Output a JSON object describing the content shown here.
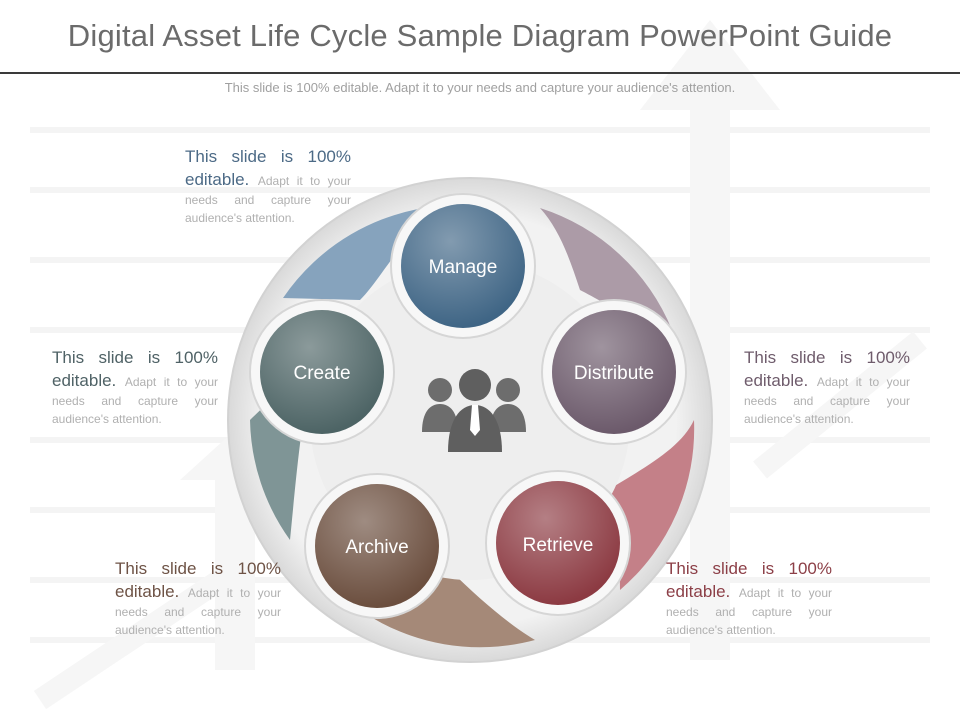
{
  "title": "Digital Asset Life Cycle Sample Diagram PowerPoint Guide",
  "subtitle": "This slide is 100% editable. Adapt it to your needs and capture your audience's attention.",
  "stages": [
    {
      "label": "Manage",
      "color": "#3f6585"
    },
    {
      "label": "Distribute",
      "color": "#6c5a6b"
    },
    {
      "label": "Retrieve",
      "color": "#8c3a42"
    },
    {
      "label": "Archive",
      "color": "#6b4e3e"
    },
    {
      "label": "Create",
      "color": "#4d6465"
    }
  ],
  "center_icon": "team-people-icon",
  "notes": [
    {
      "lead": "This slide is 100% editable.",
      "body": "Adapt it to your needs and capture your audience's attention."
    },
    {
      "lead": "This slide is 100% editable.",
      "body": "Adapt it to your needs and capture your audience's attention."
    },
    {
      "lead": "This slide is 100% editable.",
      "body": "Adapt it to your needs and capture your audience's attention."
    },
    {
      "lead": "This slide is 100% editable.",
      "body": "Adapt it to your needs and capture your audience's attention."
    },
    {
      "lead": "This slide is 100% editable.",
      "body": "Adapt it to your needs and capture your audience's attention."
    }
  ]
}
